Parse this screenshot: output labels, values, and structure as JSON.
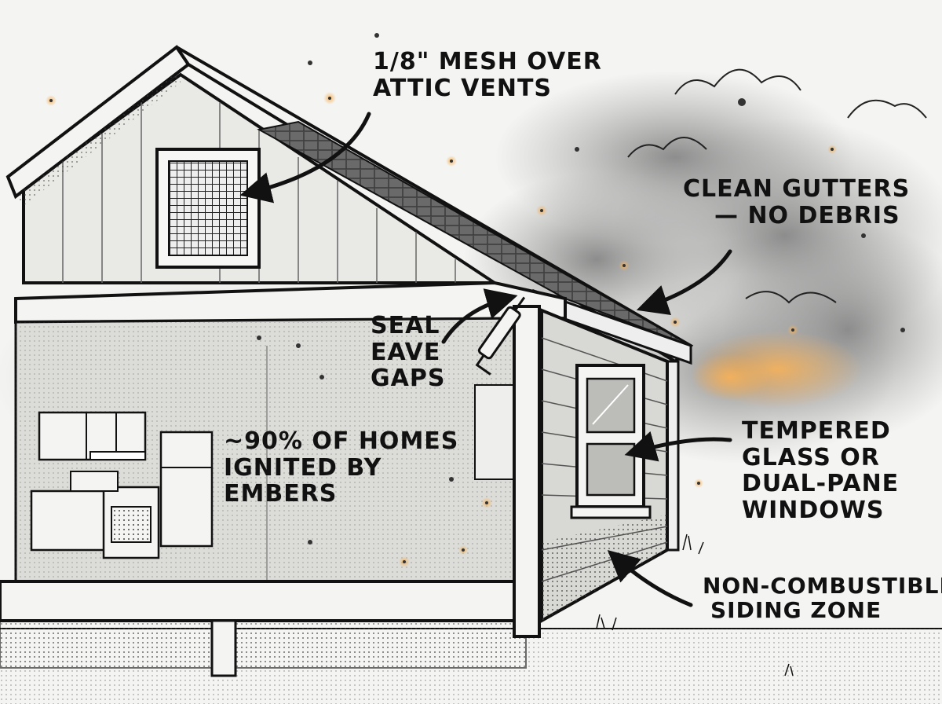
{
  "callouts": {
    "mesh": [
      "1/8\" MESH OVER",
      "ATTIC VENTS"
    ],
    "gutters": [
      "CLEAN GUTTERS",
      "— NO DEBRIS"
    ],
    "eave": [
      "SEAL",
      "EAVE",
      "GAPS"
    ],
    "embers": [
      "~90% OF HOMES",
      "IGNITED BY",
      "EMBERS"
    ],
    "glass": [
      "TEMPERED",
      "GLASS OR",
      "DUAL-PANE",
      "WINDOWS"
    ],
    "siding": [
      "NON-COMBUSTIBLE",
      "SIDING ZONE"
    ]
  },
  "colors": {
    "ink": "#111111",
    "paper": "#f4f4f2",
    "smoke": "#8a8a8a",
    "ember": "#e0902a",
    "glow": "#f2a64a"
  }
}
